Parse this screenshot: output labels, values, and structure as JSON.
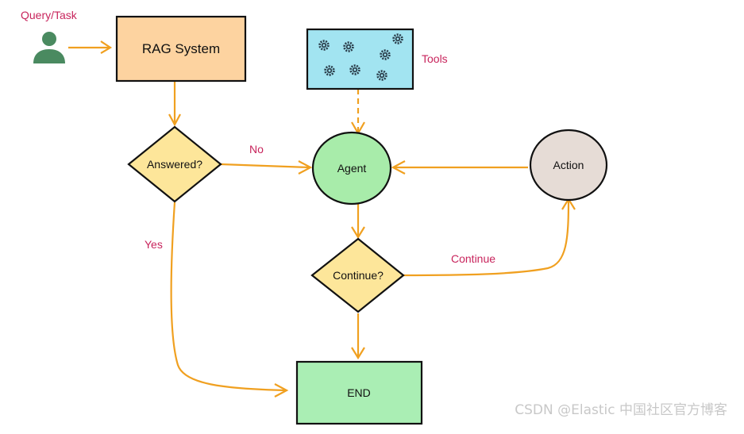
{
  "colors": {
    "arrow": "#f0a020",
    "label_text": "#c8245c",
    "rag_fill": "#fdd3a0",
    "diamond_fill": "#fde69a",
    "agent_fill": "#a8ecaa",
    "tools_fill": "#a2e4f1",
    "action_fill": "#e6dcd6",
    "end_fill": "#aaeeb4",
    "user_icon": "#4a8a60",
    "gear_icon": "#2a3d4a",
    "watermark": "#c8c8c8"
  },
  "nodes": {
    "query_task": "Query/Task",
    "rag_system": "RAG System",
    "tools": "Tools",
    "answered": "Answered?",
    "agent": "Agent",
    "action": "Action",
    "continue_decision": "Continue?",
    "end": "END"
  },
  "edges": {
    "no": "No",
    "yes": "Yes",
    "continue": "Continue"
  },
  "watermark": "CSDN @Elastic 中国社区官方博客"
}
